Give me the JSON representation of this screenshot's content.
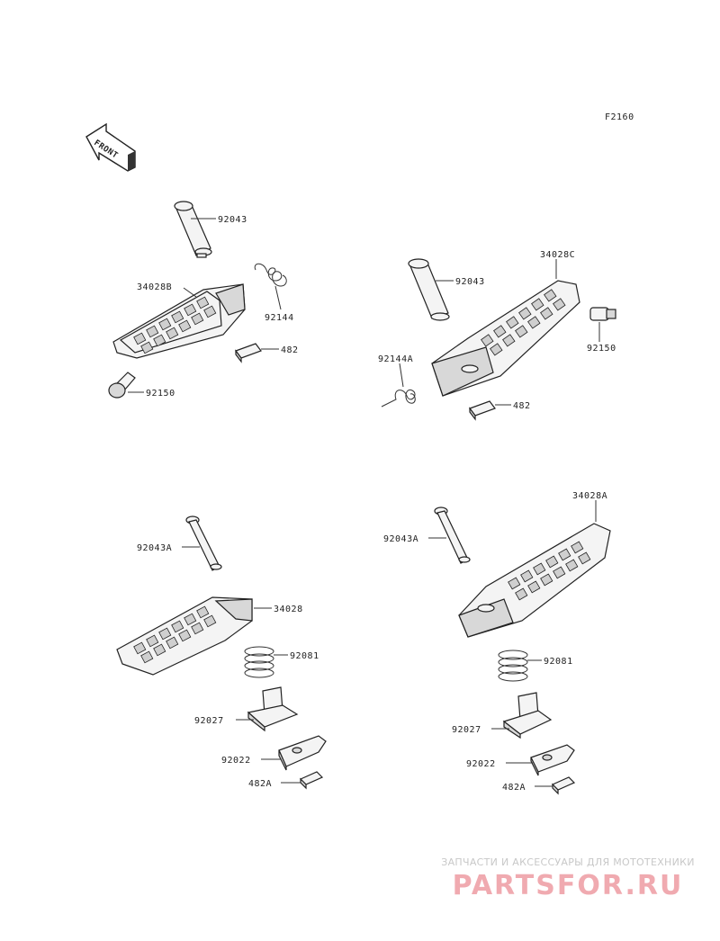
{
  "figure_code": "F2160",
  "front_label": "FRONT",
  "parts": {
    "tl_pin": "92043",
    "tl_peg": "34028B",
    "tl_spring": "92144",
    "tl_clip": "482",
    "tl_stopper": "92150",
    "tr_pin": "92043",
    "tr_peg": "34028C",
    "tr_spring": "92144A",
    "tr_clip": "482",
    "tr_stopper": "92150",
    "bl_pin": "92043A",
    "bl_peg": "34028",
    "bl_spring": "92081",
    "bl_holder": "92027",
    "bl_plate": "92022",
    "bl_clip": "482A",
    "br_peg": "34028A",
    "br_pin": "92043A",
    "br_spring": "92081",
    "br_holder": "92027",
    "br_plate": "92022",
    "br_clip": "482A"
  },
  "watermark": {
    "tagline": "ЗАПЧАСТИ И АКСЕССУАРЫ ДЛЯ МОТОТЕХНИКИ",
    "logo": "PARTSFOR.RU"
  }
}
